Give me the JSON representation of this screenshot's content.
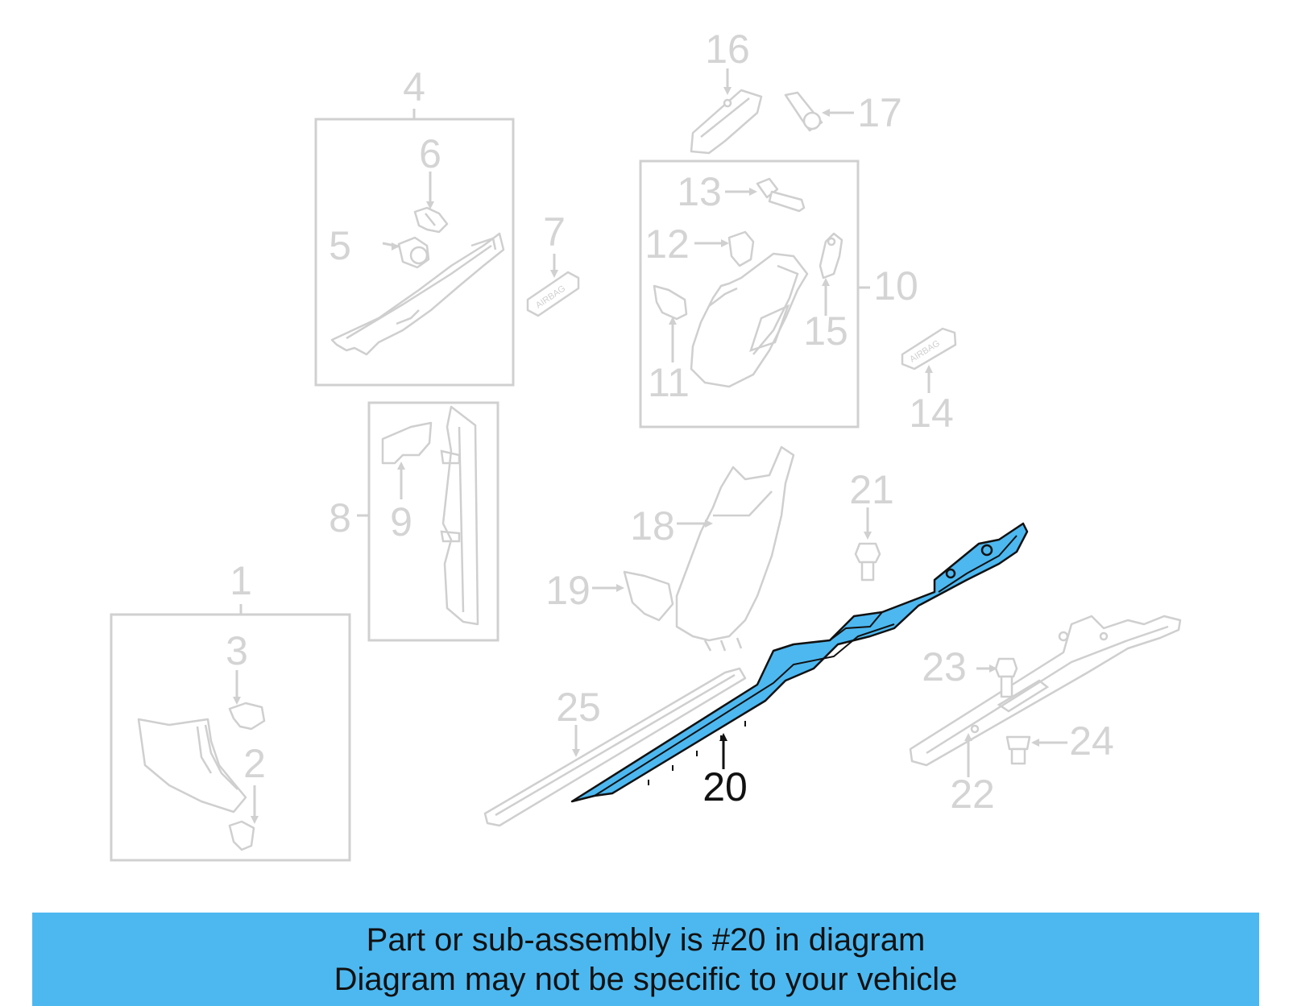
{
  "callouts": {
    "c1": "1",
    "c2": "2",
    "c3": "3",
    "c4": "4",
    "c5": "5",
    "c6": "6",
    "c7": "7",
    "c8": "8",
    "c9": "9",
    "c10": "10",
    "c11": "11",
    "c12": "12",
    "c13": "13",
    "c14": "14",
    "c15": "15",
    "c16": "16",
    "c17": "17",
    "c18": "18",
    "c19": "19",
    "c20": "20",
    "c21": "21",
    "c22": "22",
    "c23": "23",
    "c24": "24",
    "c25": "25"
  },
  "stamps": {
    "airbag_left": "AIRBAG",
    "airbag_right": "AIRBAG"
  },
  "banner": {
    "line1": "Part or sub-assembly is #20 in diagram",
    "line2": "Diagram may not be specific to your vehicle"
  },
  "colors": {
    "highlight_fill": "#4db8f0",
    "banner_bg": "#4db8f0",
    "inactive_parts": "#cfcfcf",
    "active_callout": "#111111"
  }
}
